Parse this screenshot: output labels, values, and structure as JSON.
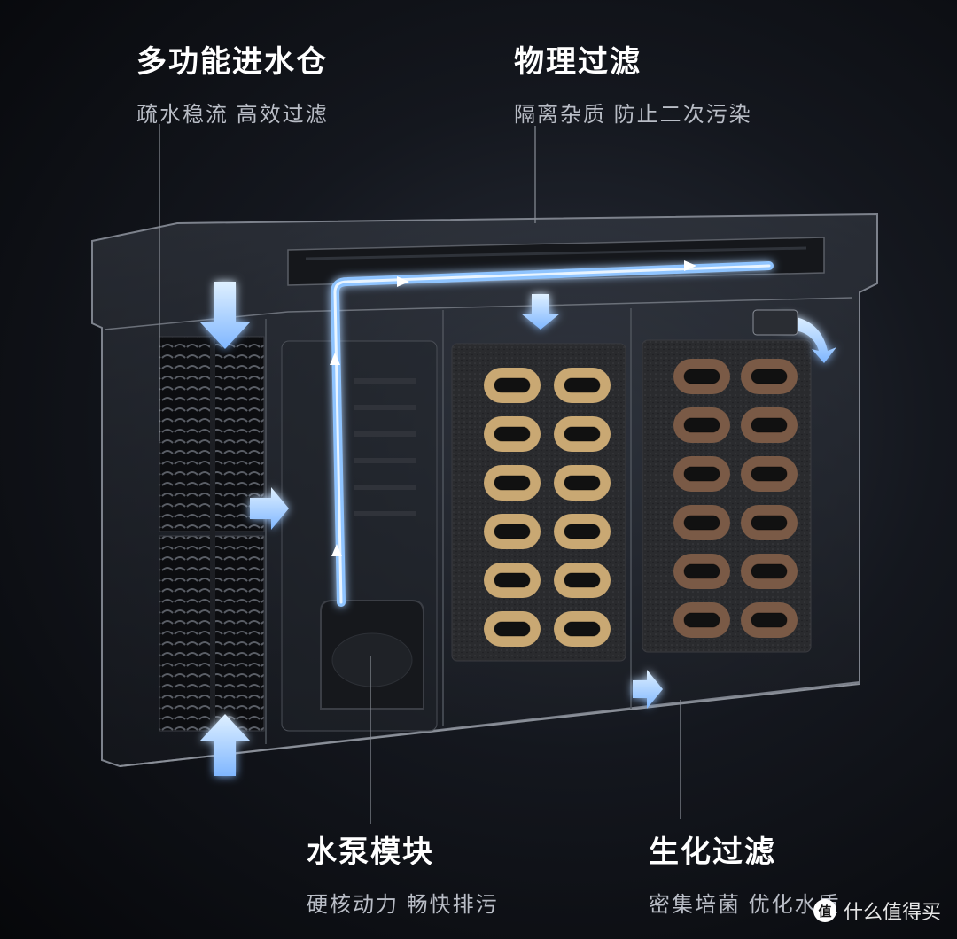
{
  "labels": {
    "inlet": {
      "title": "多功能进水仓",
      "subtitle": "疏水稳流 高效过滤"
    },
    "physical": {
      "title": "物理过滤",
      "subtitle": "隔离杂质 防止二次污染"
    },
    "pump": {
      "title": "水泵模块",
      "subtitle": "硬核动力 畅快排污"
    },
    "bio": {
      "title": "生化过滤",
      "subtitle": "密集培菌 优化水质"
    }
  },
  "watermark": {
    "badge": "值",
    "text": "什么值得买"
  },
  "colors": {
    "flow": "#8fc4ff",
    "flow_core": "#e8f4ff",
    "sponge": "#2b2b2d",
    "ring_light": "#c9a873",
    "ring_dark": "#7a5a46"
  }
}
